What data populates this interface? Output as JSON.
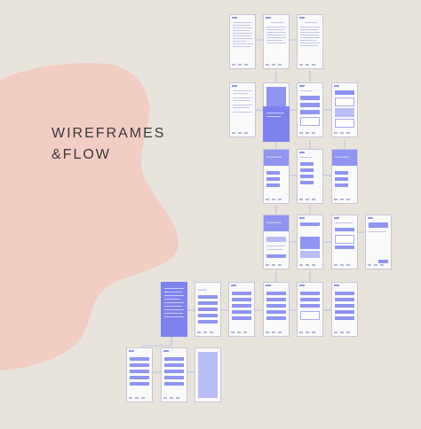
{
  "title_line1": "WIREFRAMES",
  "title_line2": "&FLOW",
  "colors": {
    "background": "#e8e4dc",
    "blob": "#f0c9c0",
    "accent": "#7d83ee",
    "accent_light": "#b9bdf6"
  },
  "screen_labels": {
    "temp_a": "Temperature",
    "temp_b": "Temperature",
    "temp_c": "Temperature",
    "nav_a": "Activity"
  }
}
